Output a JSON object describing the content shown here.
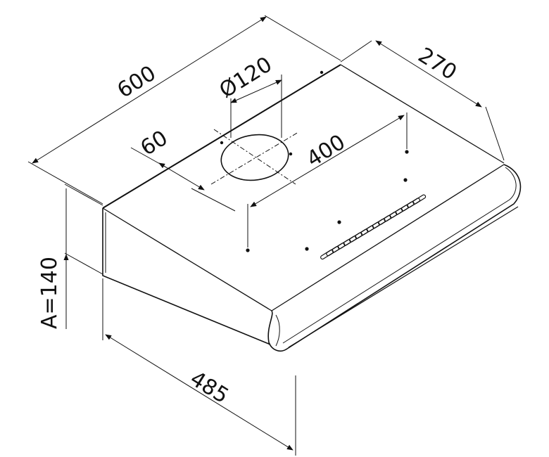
{
  "diagram": {
    "subject": "cooker-hood",
    "dimensions": {
      "width": "600",
      "depth": "270",
      "duct_diameter": "Ø120",
      "duct_offset": "60",
      "mount_spacing": "400",
      "height": "A=140",
      "front_depth": "485"
    },
    "line_color": "#111111",
    "background": "#ffffff"
  }
}
